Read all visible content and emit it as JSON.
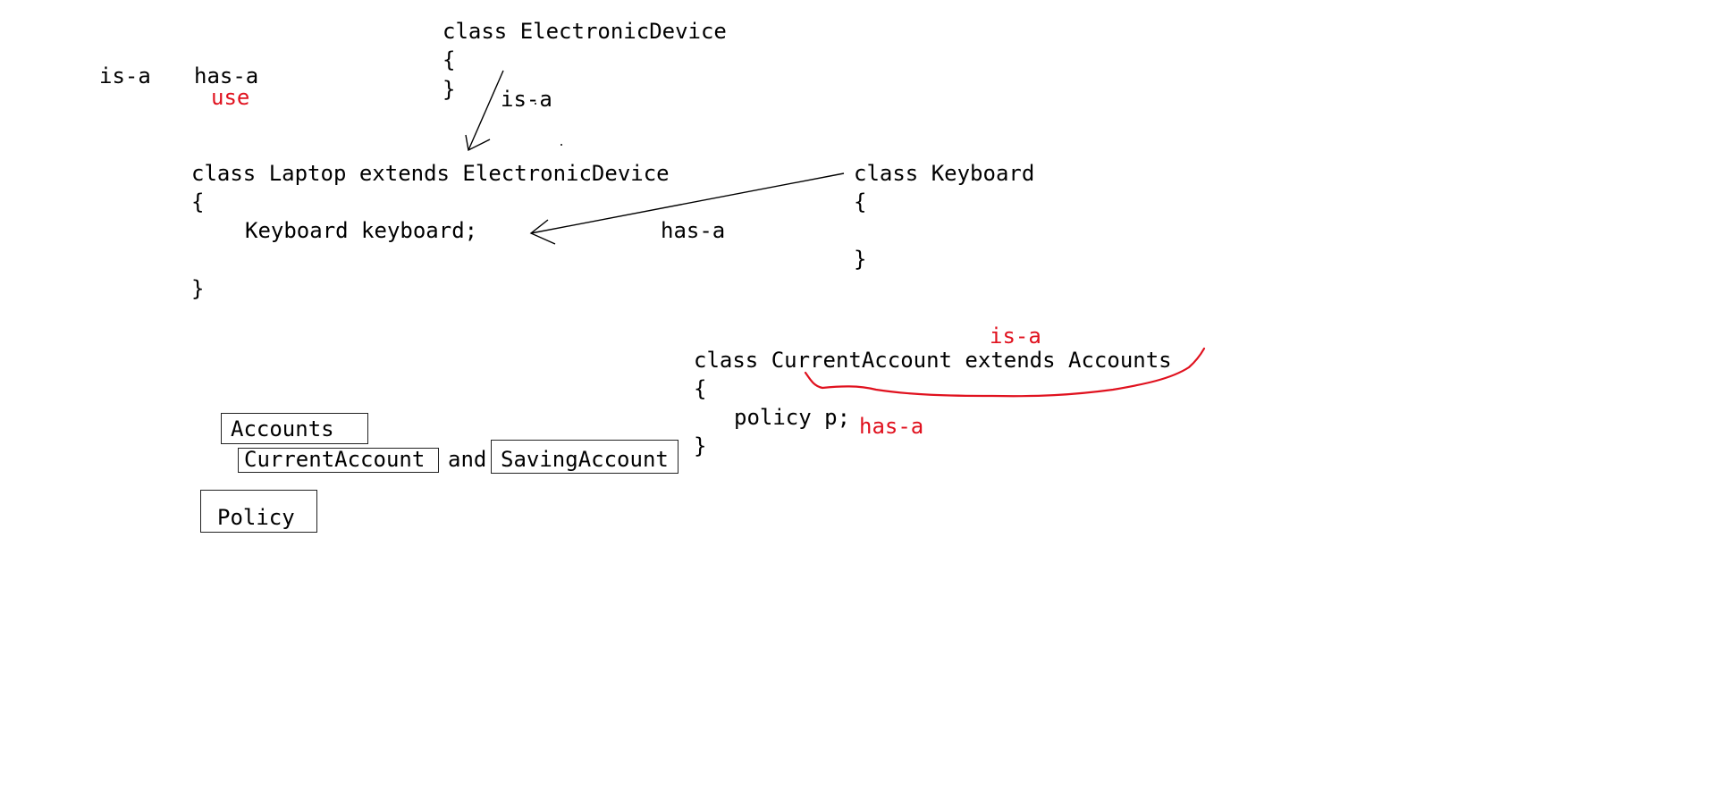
{
  "legend": {
    "is_a": "is-a",
    "has_a": "has-a",
    "use": "use"
  },
  "electronic_device_class": {
    "declaration": "class ElectronicDevice",
    "open_brace": "{",
    "close_brace": "}"
  },
  "laptop_class": {
    "declaration": "class Laptop extends ElectronicDevice",
    "open_brace": "{",
    "field": "Keyboard keyboard;",
    "close_brace": "}"
  },
  "keyboard_class": {
    "declaration": "class Keyboard",
    "open_brace": "{",
    "close_brace": "}"
  },
  "arrows": {
    "laptop_to_device_label": "is-a",
    "keyboard_to_laptop_label": "has-a"
  },
  "current_account_class": {
    "annotation_is_a": "is-a",
    "declaration": "class CurrentAccount extends Accounts",
    "open_brace": "{",
    "field": "policy p;",
    "annotation_has_a": "has-a",
    "close_brace": "}"
  },
  "boxes": {
    "accounts": "Accounts",
    "current_account": "CurrentAccount",
    "connector": "and",
    "saving_account": "SavingAccount",
    "policy": "Policy"
  },
  "colors": {
    "ink": "#000000",
    "annotation_red": "#e0111e",
    "background": "#ffffff"
  }
}
